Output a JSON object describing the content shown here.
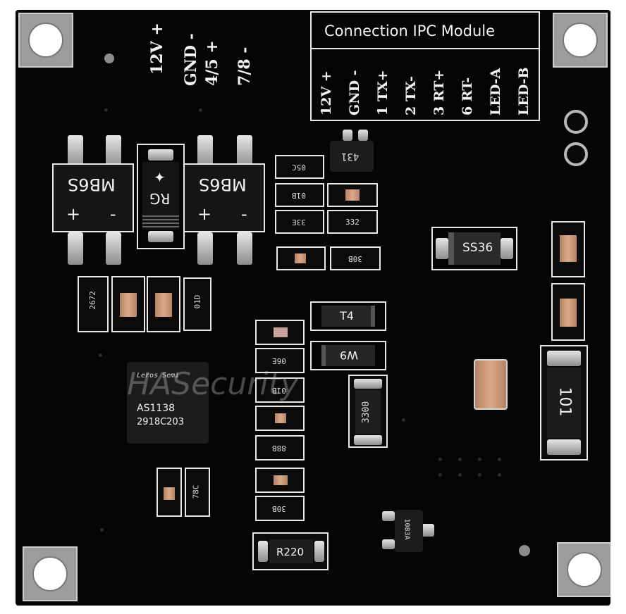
{
  "connector_box_title": "Connection IPC Module",
  "connector_pins": [
    "12V +",
    "GND -",
    "1 TX+",
    "2 TX-",
    "3 RT+",
    "6 RT-",
    "LED-A",
    "LED-B"
  ],
  "power_labels": [
    "12V +",
    "GND -",
    "4/5 +",
    "7/8 -"
  ],
  "bridge_left": {
    "label": "MB6S",
    "plus": "+",
    "minus": "-"
  },
  "bridge_right": {
    "label": "MB6S",
    "plus": "+",
    "minus": "-"
  },
  "diode_rg": "RG",
  "sot_top": "431",
  "resistors": [
    "05C",
    "01B",
    "33E",
    "332",
    "30B"
  ],
  "diode_ss36": "SS36",
  "diode_t4": "T4",
  "diode_w9": "W9",
  "res_left": [
    "2672",
    "01D"
  ],
  "chip": {
    "brand": "Leros Semi",
    "part": "AS1138",
    "code": "2918C203"
  },
  "watermark": "HASecurity",
  "res_mid": [
    "06E",
    "01B",
    "88B",
    "30B"
  ],
  "res_3300": "3300",
  "res_101": "101",
  "res_bottom": [
    "78C"
  ],
  "res_r220": "R220",
  "sot_bottom": "1083A"
}
